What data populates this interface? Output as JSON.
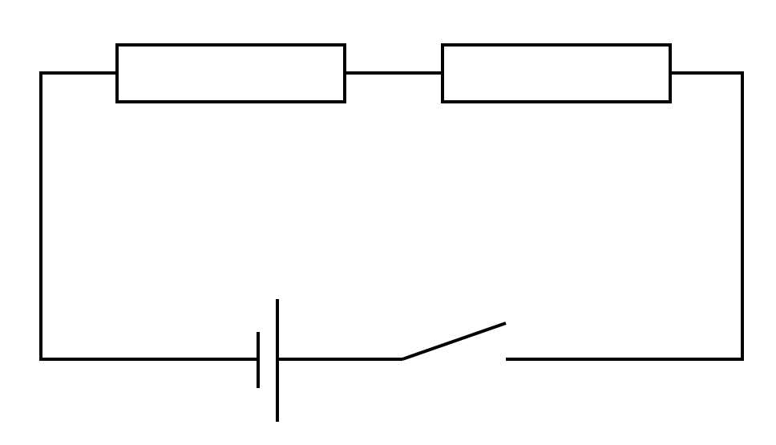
{
  "diagram": {
    "kind": "series-circuit",
    "components": [
      {
        "id": "resistor-1",
        "type": "resistor"
      },
      {
        "id": "resistor-2",
        "type": "resistor"
      },
      {
        "id": "battery",
        "type": "cell"
      },
      {
        "id": "switch",
        "type": "switch",
        "state": "open"
      }
    ]
  },
  "colors": {
    "stroke": "#000000",
    "background": "#ffffff"
  }
}
